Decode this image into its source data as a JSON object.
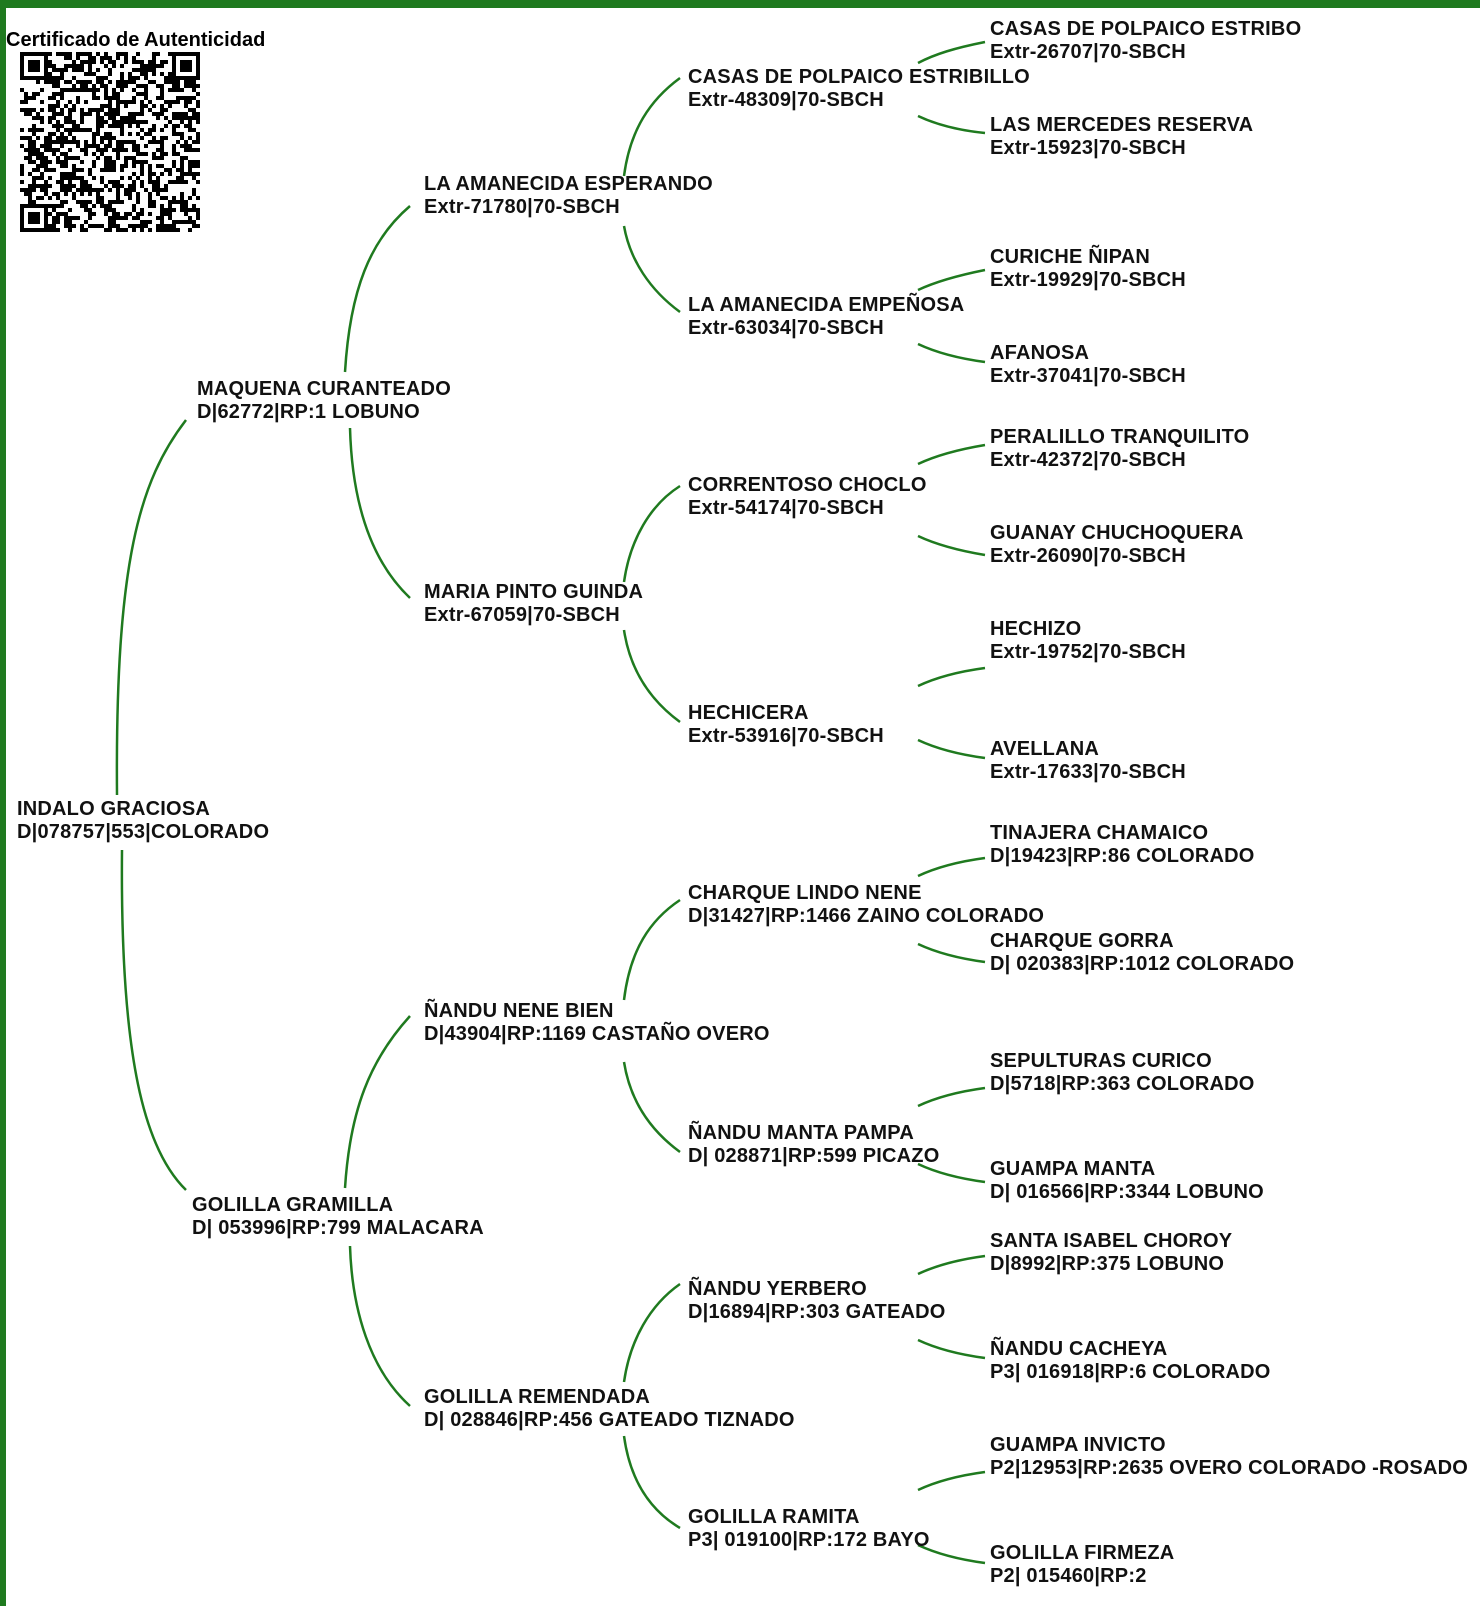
{
  "certificate": {
    "title": "Certificado de Autenticidad"
  },
  "colors": {
    "border": "#1f7a1f",
    "link": "#1f7a1f",
    "text": "#111111"
  },
  "pedigree": {
    "root": {
      "name": "INDALO GRACIOSA",
      "reg": "D|078757|553|COLORADO"
    },
    "sire": {
      "name": "MAQUENA CURANTEADO",
      "reg": "D|62772|RP:1 LOBUNO"
    },
    "dam": {
      "name": "GOLILLA GRAMILLA",
      "reg": "D| 053996|RP:799 MALACARA"
    },
    "ss": {
      "name": "LA AMANECIDA ESPERANDO",
      "reg": "Extr-71780|70-SBCH"
    },
    "sd": {
      "name": "MARIA PINTO GUINDA",
      "reg": "Extr-67059|70-SBCH"
    },
    "ds": {
      "name": "ÑANDU NENE BIEN",
      "reg": "D|43904|RP:1169 CASTAÑO OVERO"
    },
    "dd": {
      "name": "GOLILLA REMENDADA",
      "reg": "D| 028846|RP:456 GATEADO TIZNADO"
    },
    "sss": {
      "name": "CASAS DE POLPAICO ESTRIBILLO",
      "reg": "Extr-48309|70-SBCH"
    },
    "ssd": {
      "name": "LA AMANECIDA EMPEÑOSA",
      "reg": "Extr-63034|70-SBCH"
    },
    "sds": {
      "name": "CORRENTOSO CHOCLO",
      "reg": "Extr-54174|70-SBCH"
    },
    "sdd": {
      "name": "HECHICERA",
      "reg": "Extr-53916|70-SBCH"
    },
    "dss": {
      "name": "CHARQUE LINDO NENE",
      "reg": "D|31427|RP:1466 ZAINO COLORADO"
    },
    "dsd": {
      "name": "ÑANDU MANTA PAMPA",
      "reg": "D| 028871|RP:599 PICAZO"
    },
    "dds": {
      "name": "ÑANDU YERBERO",
      "reg": "D|16894|RP:303 GATEADO"
    },
    "ddd": {
      "name": "GOLILLA RAMITA",
      "reg": "P3| 019100|RP:172 BAYO"
    },
    "ssss": {
      "name": "CASAS DE POLPAICO ESTRIBO",
      "reg": "Extr-26707|70-SBCH"
    },
    "sssd": {
      "name": "LAS MERCEDES RESERVA",
      "reg": "Extr-15923|70-SBCH"
    },
    "ssds": {
      "name": "CURICHE ÑIPAN",
      "reg": "Extr-19929|70-SBCH"
    },
    "ssdd": {
      "name": "AFANOSA",
      "reg": "Extr-37041|70-SBCH"
    },
    "sdss": {
      "name": "PERALILLO TRANQUILITO",
      "reg": "Extr-42372|70-SBCH"
    },
    "sdsd": {
      "name": "GUANAY CHUCHOQUERA",
      "reg": "Extr-26090|70-SBCH"
    },
    "sdds": {
      "name": "HECHIZO",
      "reg": "Extr-19752|70-SBCH"
    },
    "sddd": {
      "name": "AVELLANA",
      "reg": "Extr-17633|70-SBCH"
    },
    "dsss": {
      "name": "TINAJERA CHAMAICO",
      "reg": "D|19423|RP:86 COLORADO"
    },
    "dssd": {
      "name": "CHARQUE GORRA",
      "reg": "D| 020383|RP:1012 COLORADO"
    },
    "dsds": {
      "name": "SEPULTURAS CURICO",
      "reg": "D|5718|RP:363 COLORADO"
    },
    "dsdd": {
      "name": "GUAMPA MANTA",
      "reg": "D| 016566|RP:3344 LOBUNO"
    },
    "ddss": {
      "name": "SANTA ISABEL CHOROY",
      "reg": "D|8992|RP:375 LOBUNO"
    },
    "ddsd": {
      "name": "ÑANDU CACHEYA",
      "reg": "P3| 016918|RP:6 COLORADO"
    },
    "ddds": {
      "name": "GUAMPA INVICTO",
      "reg": "P2|12953|RP:2635 OVERO COLORADO -ROSADO"
    },
    "dddd": {
      "name": "GOLILLA FIRMEZA",
      "reg": "P2| 015460|RP:2"
    }
  }
}
